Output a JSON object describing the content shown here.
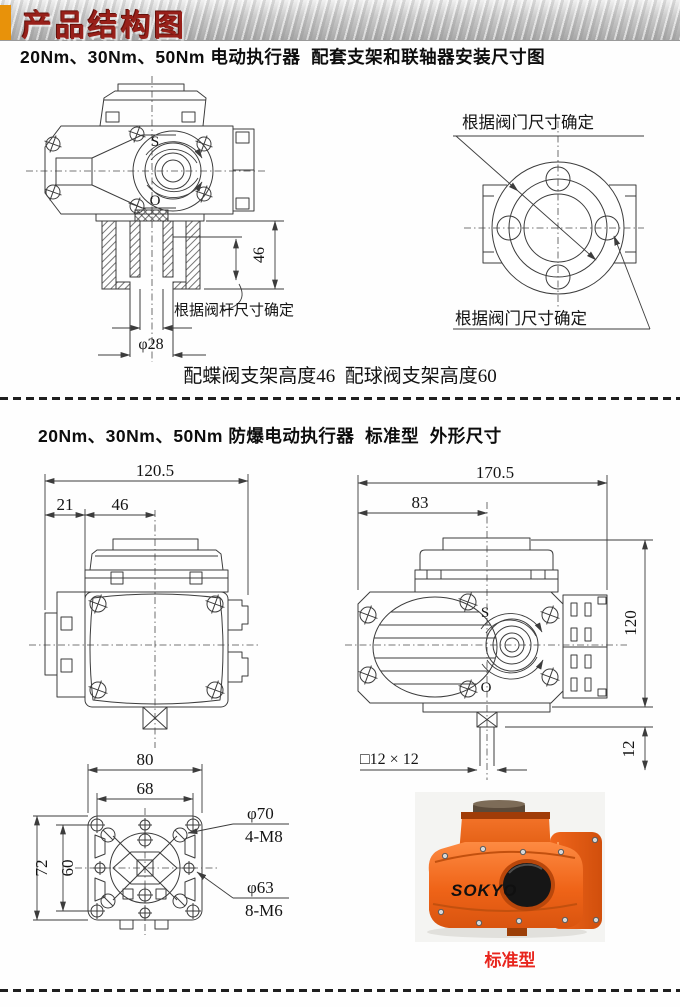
{
  "colors": {
    "header_accent_orange": "#e8920a",
    "header_title_red": "#98201a",
    "product_body_orange": "#ef6418",
    "photo_label_red": "#e8251d"
  },
  "header": {
    "title": "产品结构图"
  },
  "section1": {
    "title": "20Nm、30Nm、50Nm 电动执行器  配套支架和联轴器安装尺寸图",
    "caption": "配蝶阀支架高度46  配球阀支架高度60",
    "actuator_view": {
      "shut_label": "S",
      "open_label": "O",
      "bracket_height": "46",
      "stem_note": "根据阀杆尺寸确定",
      "coupling_dia": "φ28"
    },
    "flange_view": {
      "top_note": "根据阀门尺寸确定",
      "bottom_note": "根据阀门尺寸确定"
    }
  },
  "section2": {
    "title": "20Nm、30Nm、50Nm 防爆电动执行器  标准型  外形尺寸",
    "front_view": {
      "overall_width": "120.5",
      "left_offset": "21",
      "center_offset": "46"
    },
    "side_view": {
      "overall_length": "170.5",
      "center_offset": "83",
      "height": "120",
      "shaft_drop": "12",
      "shaft_square": "□12 × 12",
      "shut_label": "S",
      "open_label": "O"
    },
    "bottom_view": {
      "plate_width": "80",
      "bolt_span_h": "68",
      "plate_depth": "72",
      "bolt_span_v": "60",
      "bolt_circle_large": "φ70",
      "bolt_thread_large": "4-M8",
      "bolt_circle_small": "φ63",
      "bolt_thread_small": "8-M6"
    },
    "photo": {
      "brand": "SOKYO",
      "label": "标准型"
    }
  }
}
